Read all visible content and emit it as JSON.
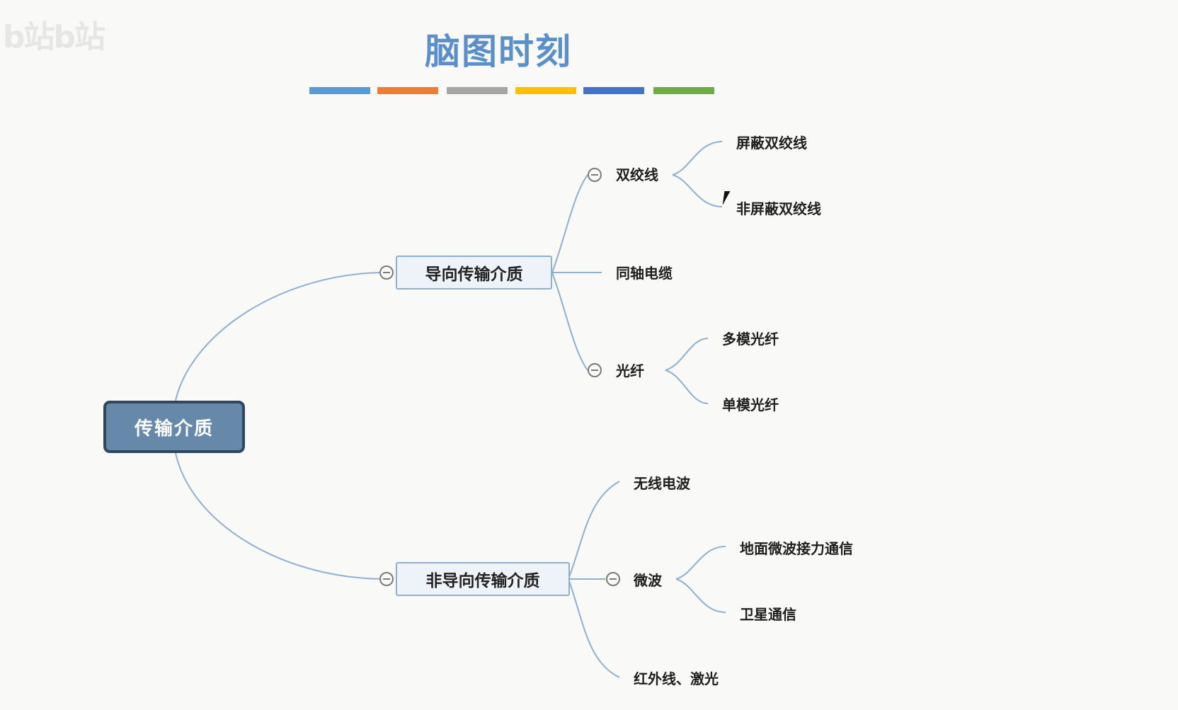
{
  "watermark": "b站b站",
  "title": "脑图时刻",
  "color_bars": [
    "#5b9bd5",
    "#ed7d31",
    "#a5a5a5",
    "#ffc000",
    "#4472c4",
    "#70ad47"
  ],
  "root": {
    "label": "传输介质"
  },
  "guided": {
    "label": "导向传输介质",
    "twisted_pair": {
      "label": "双绞线",
      "children": [
        "屏蔽双绞线",
        "非屏蔽双绞线"
      ]
    },
    "coaxial": {
      "label": "同轴电缆"
    },
    "fiber": {
      "label": "光纤",
      "children": [
        "多模光纤",
        "单模光纤"
      ]
    }
  },
  "unguided": {
    "label": "非导向传输介质",
    "radio": {
      "label": "无线电波"
    },
    "microwave": {
      "label": "微波",
      "children": [
        "地面微波接力通信",
        "卫星通信"
      ]
    },
    "infrared": {
      "label": "红外线、激光"
    }
  },
  "colors": {
    "line": "#8fb0cf",
    "root_fill": "#6689aa",
    "root_border": "#30475e",
    "title": "#5b8fc9"
  }
}
